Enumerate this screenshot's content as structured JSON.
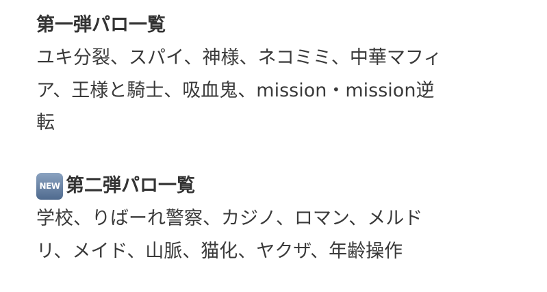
{
  "sections": [
    {
      "heading": "第一弾パロ一覧",
      "lines": [
        "ユキ分裂、スパイ、神様、ネコミミ、中華マフィ",
        "ア、王様と騎士、吸血鬼、mission・mission逆",
        "転"
      ]
    },
    {
      "badge": "NEW",
      "heading": "第二弾パロ一覧",
      "lines": [
        "学校、りばーれ警察、カジノ、ロマン、メルド",
        "リ、メイド、山脈、猫化、ヤクザ、年齢操作"
      ]
    }
  ]
}
